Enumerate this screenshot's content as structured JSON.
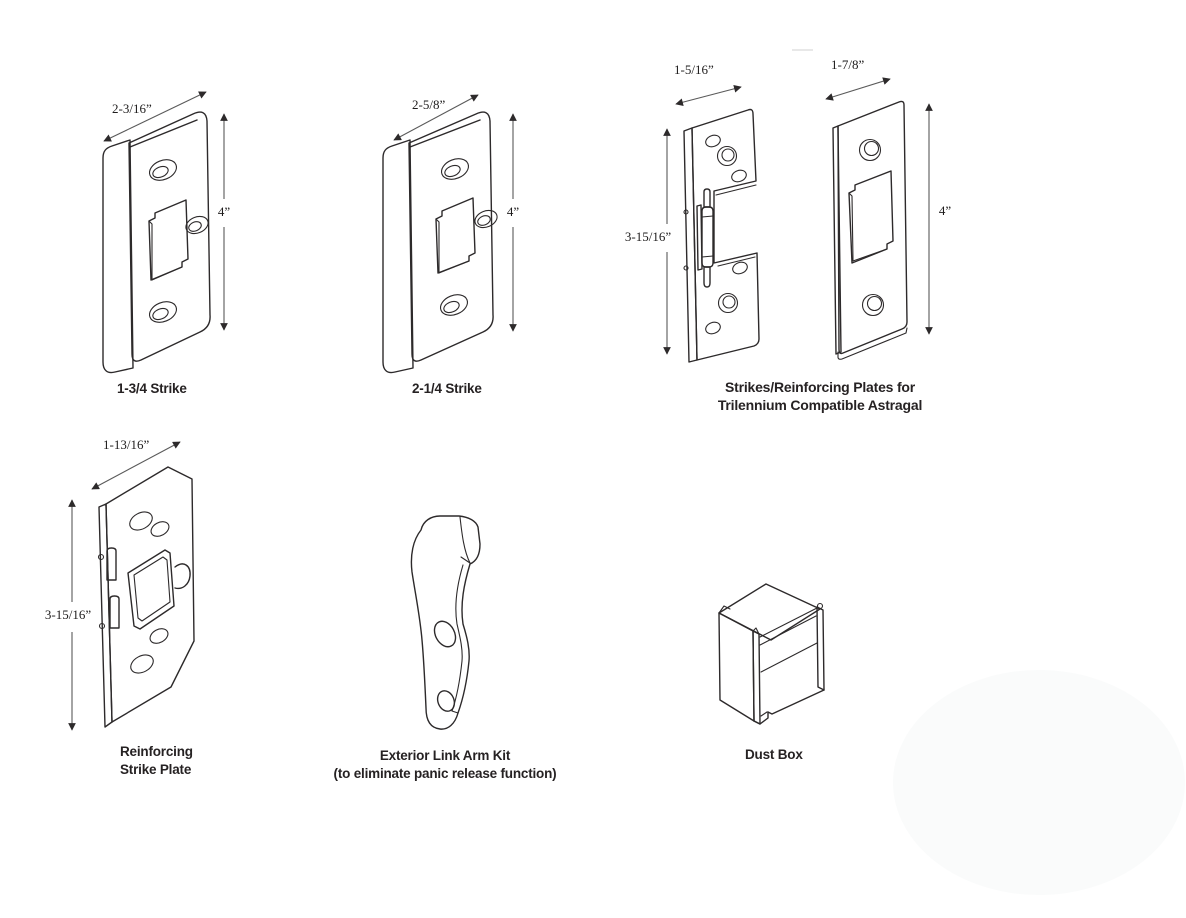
{
  "page": {
    "background": "#ffffff",
    "line_color": "#2d2a2b",
    "label_color": "#262223",
    "watermark_color": "#fafbfb"
  },
  "figures": {
    "strike_134": {
      "label": "1-3/4 Strike",
      "width_dim": "2-3/16”",
      "height_dim": "4”"
    },
    "strike_214": {
      "label": "2-1/4 Strike",
      "width_dim": "2-5/8”",
      "height_dim": "4”"
    },
    "astragal": {
      "label_line1": "Strikes/Reinforcing Plates for",
      "label_line2": "Trilennium Compatible Astragal",
      "left_plate": {
        "width_dim": "1-5/16”",
        "height_dim": "3-15/16”"
      },
      "right_plate": {
        "width_dim": "1-7/8”",
        "height_dim": "4”"
      }
    },
    "reinforcing_strike_plate": {
      "label_line1": "Reinforcing",
      "label_line2": "Strike Plate",
      "width_dim": "1-13/16”",
      "height_dim": "3-15/16”"
    },
    "link_arm": {
      "label_line1": "Exterior Link Arm Kit",
      "label_line2": "(to eliminate panic release function)"
    },
    "dust_box": {
      "label": "Dust Box"
    }
  }
}
